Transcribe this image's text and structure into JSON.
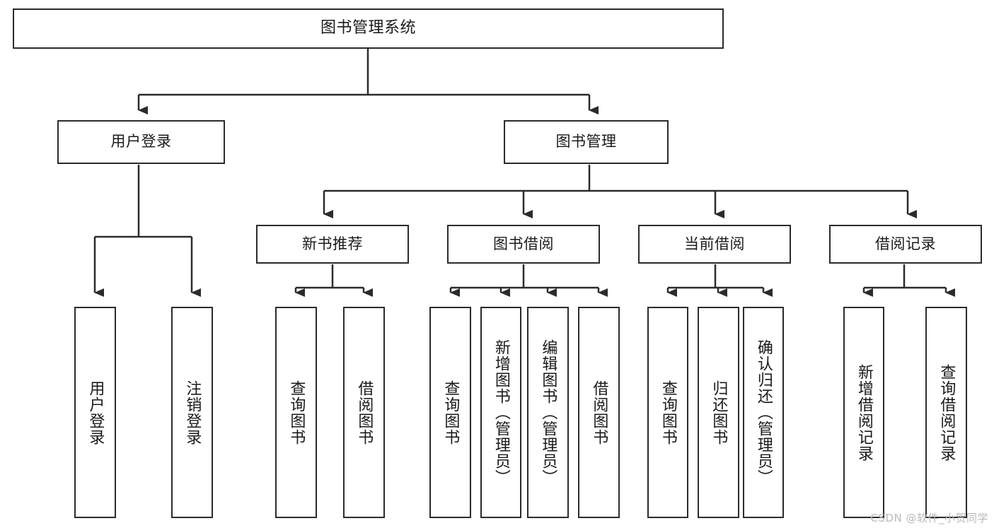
{
  "diagram": {
    "title": "图书管理系统",
    "type": "tree",
    "colors": {
      "stroke": "#2b2b2b",
      "fill": "#ffffff",
      "text": "#1a1a1a",
      "watermark": "#b9b9b9"
    },
    "root": {
      "label": "图书管理系统"
    },
    "level2": [
      {
        "label": "用户登录"
      },
      {
        "label": "图书管理"
      }
    ],
    "level3": [
      {
        "label": "新书推荐"
      },
      {
        "label": "图书借阅"
      },
      {
        "label": "当前借阅"
      },
      {
        "label": "借阅记录"
      }
    ],
    "leaves": [
      {
        "label": "用户登录"
      },
      {
        "label": "注销登录"
      },
      {
        "label": "查询图书"
      },
      {
        "label": "借阅图书"
      },
      {
        "label": "查询图书"
      },
      {
        "label": "新增图书（管理员）"
      },
      {
        "label": "编辑图书（管理员）"
      },
      {
        "label": "借阅图书"
      },
      {
        "label": "查询图书"
      },
      {
        "label": "归还图书"
      },
      {
        "label": "确认归还（管理员）"
      },
      {
        "label": "新增借阅记录"
      },
      {
        "label": "查询借阅记录"
      }
    ]
  },
  "watermark": {
    "text": "CSDN @软件_小贺同学"
  }
}
